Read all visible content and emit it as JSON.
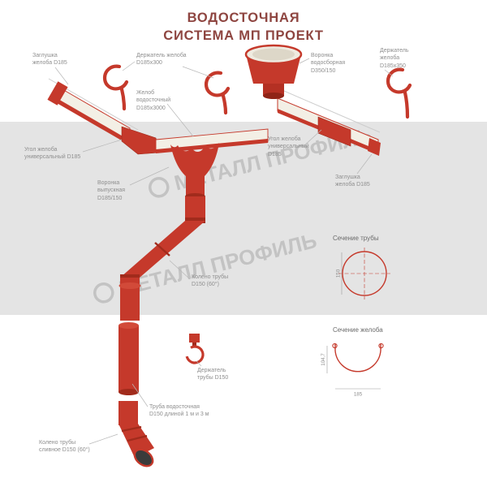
{
  "title": {
    "line1": "ВОДОСТОЧНАЯ",
    "line2": "СИСТЕМА МП ПРОЕКТ"
  },
  "watermark": {
    "text": "МЕТАЛЛ ПРОФИЛЬ"
  },
  "labels": {
    "gutter_endcap_left": "Заглушка\nжелоба D185",
    "gutter_holder_300": "Держатель желоба\nD185х300",
    "collector_funnel": "Воронка\nводосборная\nD350/150",
    "gutter_holder_350": "Держатель\nжелоба\nD185х350",
    "gutter": "Желоб\nводосточный\nD185х3000",
    "gutter_corner_left": "Угол желоба\nуниверсальный D185",
    "gutter_corner_right": "Угол желоба\nуниверсальный\nD185",
    "gutter_endcap_right": "Заглушка\nжелоба D185",
    "outlet_funnel": "Воронка\nвыпускная\nD185/150",
    "pipe_elbow": "Колено трубы\nD150 (60°)",
    "pipe_holder": "Держатель\nтрубы D150",
    "downpipe": "Труба водосточная\nD150 длиной 1 м и 3 м",
    "drain_elbow": "Колено трубы\nсливное D150 (60°)"
  },
  "sections": {
    "pipe": {
      "title": "Сечение трубы",
      "diameter": "150"
    },
    "gutter": {
      "title": "Сечение желоба",
      "width": "185",
      "height": "104,7"
    }
  },
  "colors": {
    "red": "#c5392b",
    "dark_red": "#a12b1c",
    "cream": "#f3efe5",
    "title_text": "#8e4540",
    "wall_band": "#e4e4e4",
    "label_text": "#8f8f8f"
  }
}
